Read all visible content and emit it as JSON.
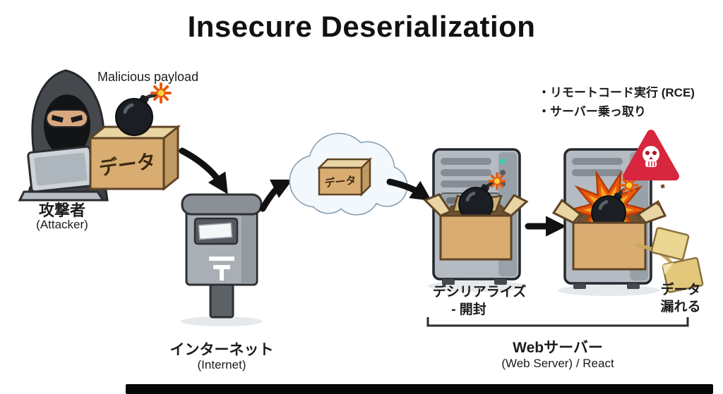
{
  "title": "Insecure Deserialization",
  "attacker": {
    "payload_label": "Malicious payload",
    "name_jp": "攻撃者",
    "name_en": "(Attacker)",
    "box_label": "データ"
  },
  "internet": {
    "name_jp": "インターネット",
    "name_en": "(Internet)"
  },
  "cloud": {
    "box_label": "データ"
  },
  "deserialization": {
    "label_jp": "デシリアライズ",
    "label_sub": "- 開封"
  },
  "impact": {
    "bullets": [
      {
        "label": "・リモートコード実行 (RCE)"
      },
      {
        "label": "・サーバー乗っ取り"
      }
    ],
    "leak_line1": "データ",
    "leak_line2": "漏れる"
  },
  "webserver": {
    "name_jp": "Webサーバー",
    "name_en": "(Web Server) / React"
  },
  "colors": {
    "warning_red": "#d7263d",
    "cardboard_tan": "#d9ad72",
    "explosion_orange": "#e8590c",
    "server_gray": "#b4bbc2",
    "arrow_black": "#111111",
    "background": "#ffffff"
  },
  "icons": [
    "attacker-figure",
    "laptop-icon",
    "bomb-icon",
    "spark-icon",
    "payload-box-icon",
    "mailbox-icon",
    "cloud-icon",
    "server-icon",
    "explosion-icon",
    "warning-triangle-icon",
    "skull-icon",
    "leaked-papers-icon"
  ]
}
